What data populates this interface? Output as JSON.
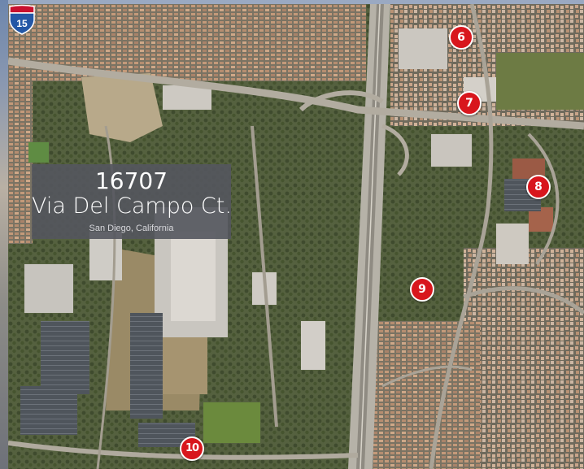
{
  "property_label": {
    "number": "16707",
    "street": "Via Del Campo Ct.",
    "city": "San Diego, California"
  },
  "markers": [
    {
      "id": "6",
      "label": "6"
    },
    {
      "id": "7",
      "label": "7"
    },
    {
      "id": "8",
      "label": "8"
    },
    {
      "id": "9",
      "label": "9"
    },
    {
      "id": "10",
      "label": "10"
    }
  ],
  "highway_shield": {
    "route": "15",
    "top_color": "#c8102e",
    "bottom_color": "#2457a6"
  },
  "colors": {
    "marker_fill": "#d8161d",
    "label_background": "#54565e"
  }
}
